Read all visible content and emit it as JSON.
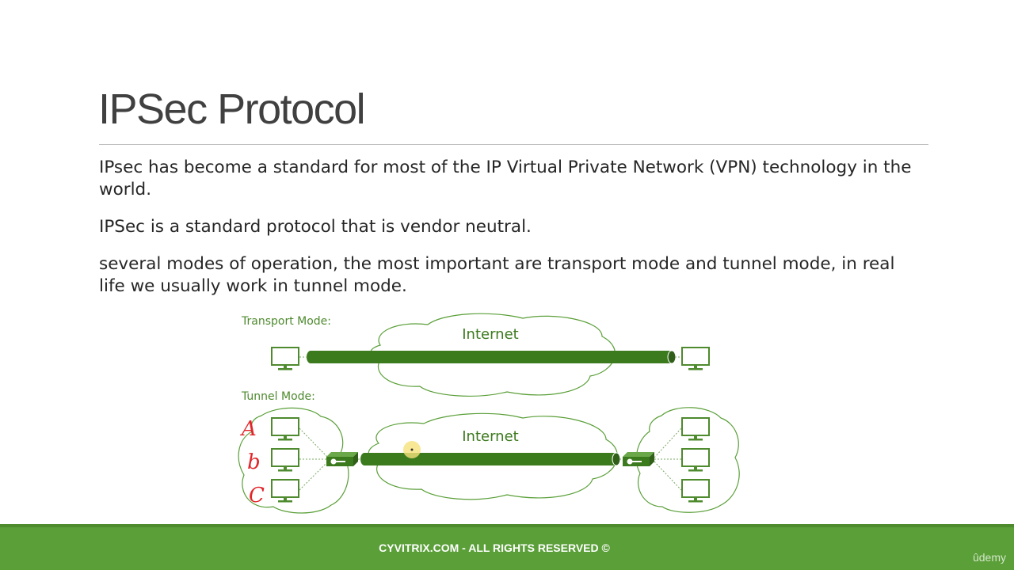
{
  "slide": {
    "title": "IPSec Protocol",
    "paragraphs": [
      "IPsec has become a standard for most of the IP Virtual Private Network (VPN) technology in the world.",
      "IPSec is a standard protocol that is vendor neutral.",
      "several modes of operation, the most important are transport mode and tunnel mode, in real life we usually work in tunnel mode."
    ]
  },
  "diagram": {
    "transport_label": "Transport Mode:",
    "tunnel_label": "Tunnel Mode:",
    "cloud_label_top": "Internet",
    "cloud_label_bottom": "Internet",
    "handwritten_annotations": [
      "A",
      "b",
      "C"
    ]
  },
  "colors": {
    "accent_green": "#4e8a2e",
    "tunnel_green": "#3c7a1e",
    "footer_green": "#5a9f38",
    "annotation_red": "#e0262a"
  },
  "footer": {
    "text": "CYVITRIX.COM - ALL RIGHTS RESERVED ©"
  },
  "watermark": "ûdemy"
}
